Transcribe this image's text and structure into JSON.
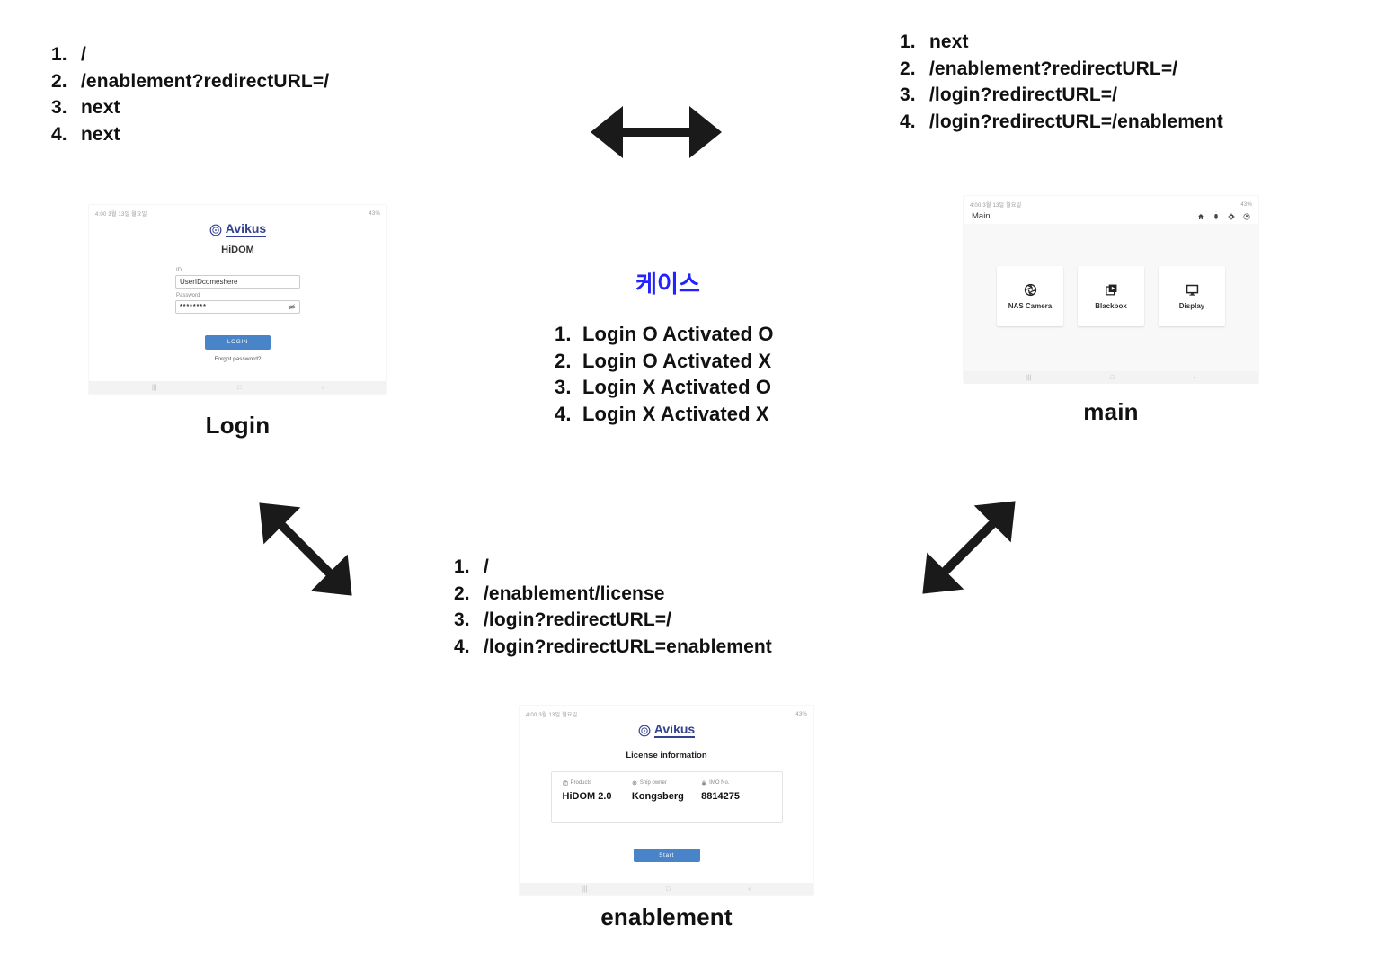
{
  "lists": {
    "login_urls": {
      "items": [
        "/",
        "/enablement?redirectURL=/",
        "next",
        "next"
      ]
    },
    "main_urls": {
      "items": [
        "next",
        "/enablement?redirectURL=/",
        "/login?redirectURL=/",
        "/login?redirectURL=/enablement"
      ]
    },
    "enablement_urls": {
      "items": [
        "/",
        "/enablement/license",
        "/login?redirectURL=/",
        "/login?redirectURL=enablement"
      ]
    },
    "cases": {
      "title": "케이스",
      "title_color": "#2323ff",
      "items": [
        "Login O Activated O",
        "Login O Activated X",
        "Login X Activated O",
        "Login X Activated X"
      ]
    }
  },
  "login_screen": {
    "caption": "Login",
    "status_left": "4:00  3월 13일 월요일",
    "status_right": "43%",
    "brand": "Avikus",
    "app_title": "HiDOM",
    "id_label": "ID",
    "id_value": "UserIDcomeshere",
    "password_label": "Password",
    "password_value": "********",
    "login_button": "LOGIN",
    "forgot_link": "Forgot password?",
    "nav_recents": "|||",
    "nav_home": "□",
    "nav_back": "‹"
  },
  "main_screen": {
    "caption": "main",
    "status_left": "4:00  3월 13일 월요일",
    "status_right": "43%",
    "app_bar_title": "Main",
    "cards": [
      {
        "icon": "aperture-icon",
        "label": "NAS Camera"
      },
      {
        "icon": "video-library-icon",
        "label": "Blackbox"
      },
      {
        "icon": "display-icon",
        "label": "Display"
      }
    ],
    "nav_recents": "|||",
    "nav_home": "□",
    "nav_back": "‹"
  },
  "enablement_screen": {
    "caption": "enablement",
    "status_left": "4:00  3월 13일 월요일",
    "status_right": "43%",
    "brand": "Avikus",
    "heading": "License information",
    "fields": [
      {
        "icon": "package-icon",
        "label": "Products",
        "value": "HiDOM 2.0"
      },
      {
        "icon": "helm-icon",
        "label": "Ship owner",
        "value": "Kongsberg"
      },
      {
        "icon": "lock-icon",
        "label": "IMO No.",
        "value": "8814275"
      }
    ],
    "start_button": "Start",
    "nav_recents": "|||",
    "nav_home": "□",
    "nav_back": "‹"
  },
  "colors": {
    "accent_blue_title": "#2323ff",
    "brand_navy": "#33418f",
    "button_blue": "#4a84c8",
    "arrow_black": "#1a1a1a"
  }
}
